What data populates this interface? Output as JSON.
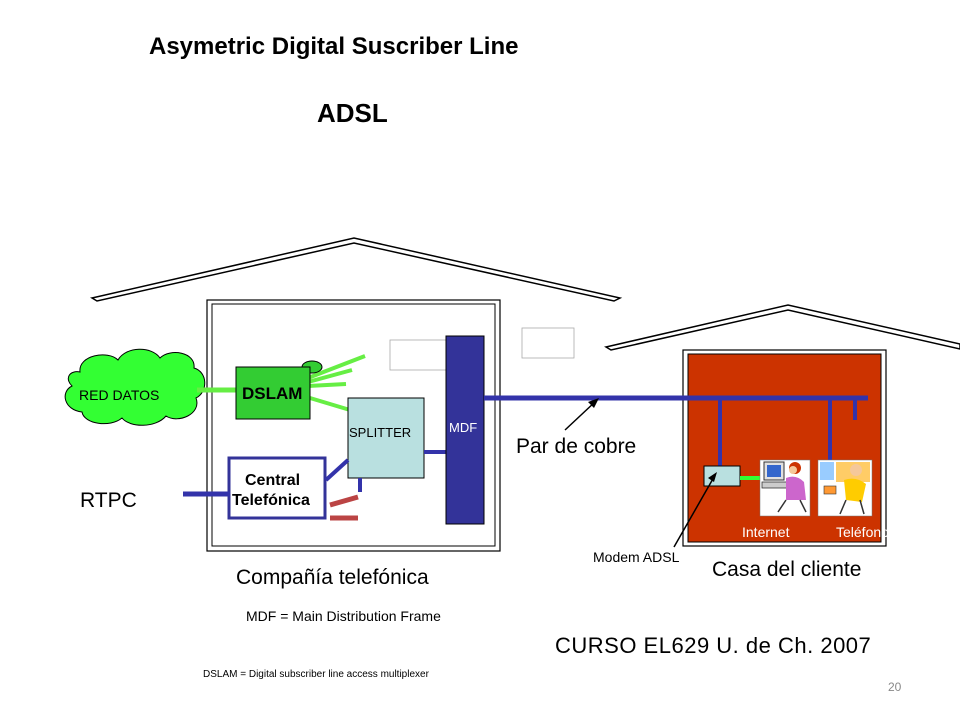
{
  "slide": {
    "title": "Asymetric Digital Suscriber Line",
    "subtitle": "ADSL",
    "page_number": "20"
  },
  "diagram": {
    "red_datos": "RED DATOS",
    "dslam": "DSLAM",
    "splitter": "SPLITTER",
    "mdf": "MDF",
    "central_line1": "Central",
    "central_line2": "Telefónica",
    "rtpc": "RTPC",
    "par_de_cobre": "Par de cobre",
    "modem_adsl": "Modem ADSL",
    "internet": "Internet",
    "telefono": "Teléfono",
    "compania": "Compañía telefónica",
    "casa": "Casa del cliente"
  },
  "notes": {
    "mdf_definition": "MDF =  Main Distribution Frame",
    "dslam_definition": "DSLAM = Digital subscriber line access multiplexer",
    "course": "CURSO  EL629   U. de Ch.  2007"
  },
  "colors": {
    "cloud_green": "#33ff33",
    "dslam_green": "#33cc33",
    "line_green": "#66ee44",
    "splitter_cyan": "#b9e0e0",
    "mdf_navy": "#333399",
    "cable_blue": "#3333aa",
    "house_red": "#cc3300",
    "stub_red": "#bb4444"
  }
}
